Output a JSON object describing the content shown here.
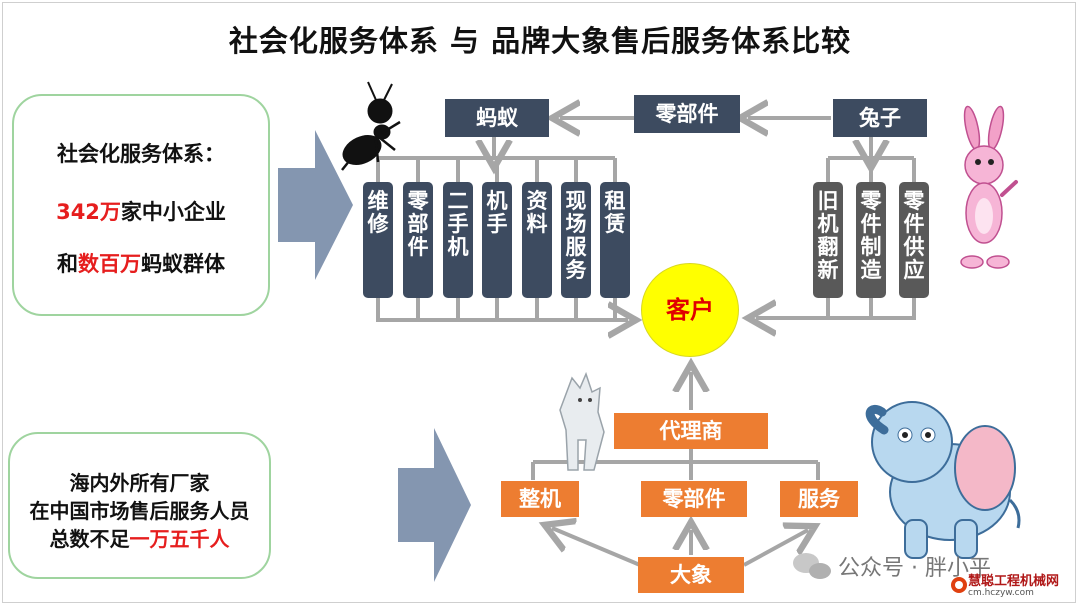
{
  "title": "社会化服务体系 与 品牌大象售后服务体系比较",
  "panel_social": {
    "heading": "社会化服务体系：",
    "line2_highlight": "342万",
    "line2_rest": "家中小企业",
    "line3_prefix": "和",
    "line3_highlight": "数百万",
    "line3_rest": "蚂蚁群体"
  },
  "panel_brand": {
    "line1": "海内外所有厂家",
    "line2": "在中国市场售后服务人员",
    "line3_prefix": "总数不足",
    "line3_highlight": "一万五千人"
  },
  "top_row": {
    "ant": "蚂蚁",
    "parts": "零部件",
    "rabbit": "兔子"
  },
  "ant_services": [
    "维修",
    "零部件",
    "二手机",
    "机手",
    "资料",
    "现场服务",
    "租赁"
  ],
  "rabbit_services": [
    "旧机翻新",
    "零件制造",
    "零件供应"
  ],
  "client": "客户",
  "elephant_tree": {
    "agent": "代理商",
    "machine": "整机",
    "parts": "零部件",
    "service": "服务",
    "elephant": "大象"
  },
  "watermark": {
    "text": "公众号 · 胖小平",
    "brand": "慧聪工程机械网",
    "brand_url": "cm.hczyw.com"
  },
  "colors": {
    "navy": "#3d4b60",
    "gray": "#595959",
    "orange": "#ed7d31",
    "yellow": "#ffff00",
    "red": "#e61e1e",
    "arrow": "#a6a6a6"
  }
}
